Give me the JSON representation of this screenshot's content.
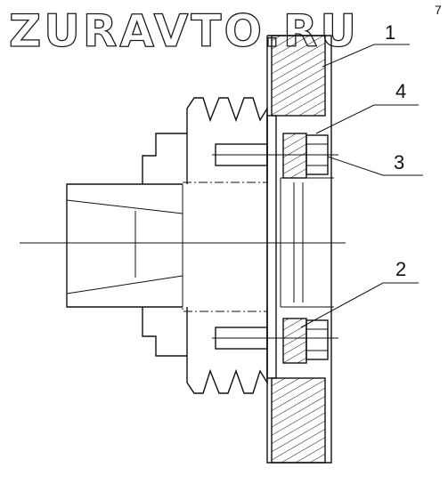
{
  "watermark": "ZURAVTO.RU",
  "corner_mark": "7",
  "callouts": [
    {
      "id": "1",
      "label": "1"
    },
    {
      "id": "2",
      "label": "2"
    },
    {
      "id": "3",
      "label": "3"
    },
    {
      "id": "4",
      "label": "4"
    }
  ],
  "colors": {
    "line": "#111111",
    "background": "#ffffff"
  }
}
